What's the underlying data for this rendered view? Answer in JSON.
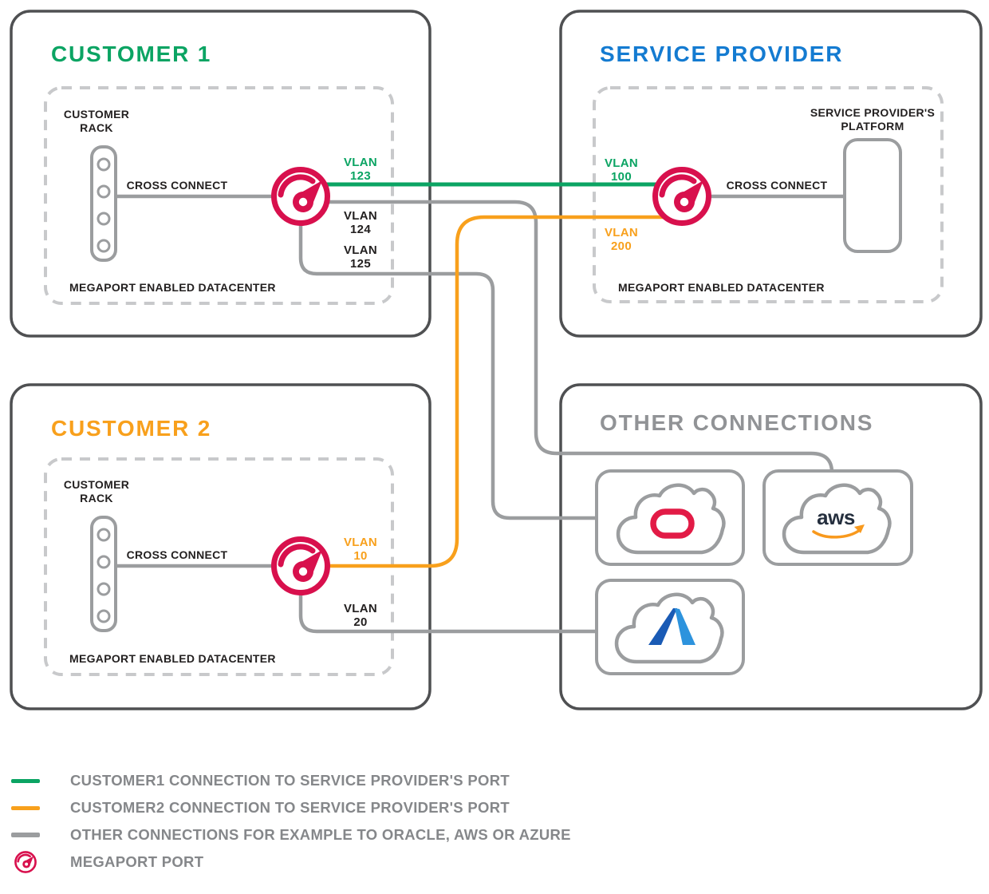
{
  "customer1": {
    "title": "CUSTOMER 1",
    "rack_label": "CUSTOMER\nRACK",
    "cross_connect_label": "CROSS CONNECT",
    "datacenter_label": "MEGAPORT ENABLED DATACENTER",
    "vlans": [
      {
        "label": "VLAN\n123",
        "color": "#0ba463"
      },
      {
        "label": "VLAN\n124",
        "color": "#221f1f"
      },
      {
        "label": "VLAN\n125",
        "color": "#221f1f"
      }
    ]
  },
  "service_provider": {
    "title": "SERVICE PROVIDER",
    "platform_label": "SERVICE PROVIDER'S\nPLATFORM",
    "cross_connect_label": "CROSS CONNECT",
    "datacenter_label": "MEGAPORT ENABLED DATACENTER",
    "vlans": [
      {
        "label": "VLAN\n100",
        "color": "#0ba463"
      },
      {
        "label": "VLAN\n200",
        "color": "#f8a01c"
      }
    ]
  },
  "customer2": {
    "title": "CUSTOMER 2",
    "rack_label": "CUSTOMER\nRACK",
    "cross_connect_label": "CROSS CONNECT",
    "datacenter_label": "MEGAPORT ENABLED DATACENTER",
    "vlans": [
      {
        "label": "VLAN\n10",
        "color": "#f8a01c"
      },
      {
        "label": "VLAN\n20",
        "color": "#221f1f"
      }
    ]
  },
  "other_connections": {
    "title": "OTHER CONNECTIONS",
    "providers": [
      {
        "name": "oracle"
      },
      {
        "name": "aws",
        "label": "aws"
      },
      {
        "name": "azure"
      }
    ]
  },
  "legend": {
    "items": [
      {
        "swatch": "green",
        "label": "CUSTOMER1 CONNECTION TO SERVICE PROVIDER'S PORT"
      },
      {
        "swatch": "orange",
        "label": "CUSTOMER2 CONNECTION TO SERVICE PROVIDER'S PORT"
      },
      {
        "swatch": "gray",
        "label": "OTHER CONNECTIONS FOR EXAMPLE TO ORACLE, AWS OR AZURE"
      },
      {
        "swatch": "megaport",
        "label": "MEGAPORT PORT"
      }
    ]
  },
  "colors": {
    "megaport_red": "#d8104d",
    "customer1_green": "#0ba463",
    "customer2_orange": "#f8a01c",
    "service_provider_blue": "#147bd1",
    "line_gray": "#9b9d9f",
    "box_border": "#4f5052",
    "dashed_gray": "#c8c9cb",
    "text_dark": "#221f1f",
    "legend_text_gray": "#85878a",
    "oracle_red": "#e21b46",
    "aws_navy": "#252f3e",
    "aws_orange": "#f8991d",
    "azure_blue_dark": "#1a5bb5",
    "azure_blue_light": "#2d93dd"
  }
}
